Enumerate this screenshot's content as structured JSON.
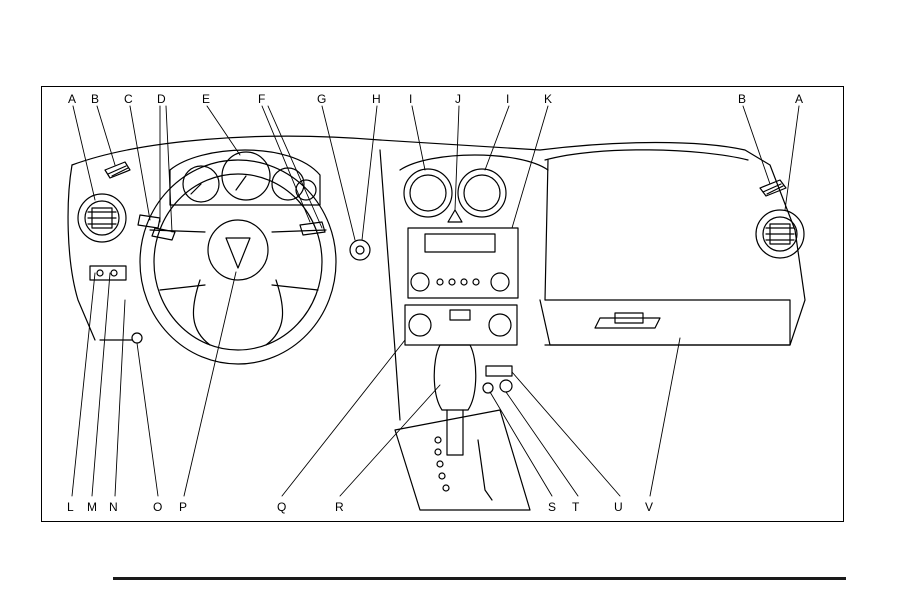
{
  "diagram": {
    "callouts_top": [
      "A",
      "B",
      "C",
      "D",
      "E",
      "F",
      "G",
      "H",
      "I",
      "J",
      "I",
      "K",
      "B",
      "A"
    ],
    "callouts_bottom": [
      "L",
      "M",
      "N",
      "O",
      "P",
      "Q",
      "R",
      "S",
      "T",
      "U",
      "V"
    ]
  }
}
